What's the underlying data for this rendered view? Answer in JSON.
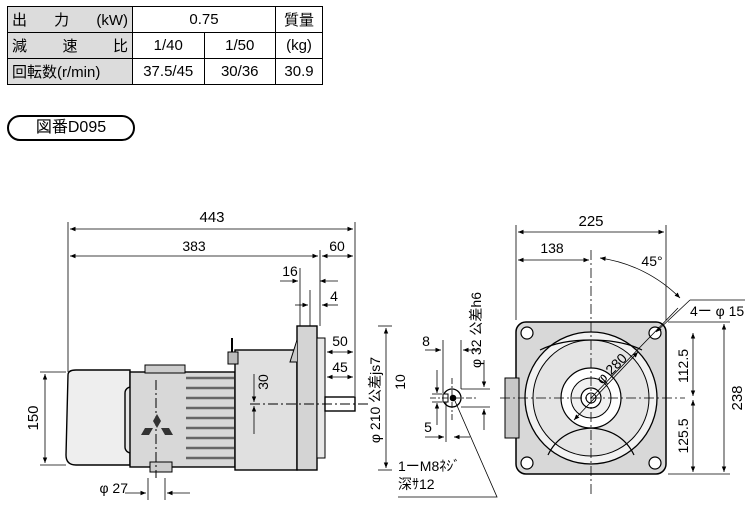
{
  "spec_table": {
    "output_label": "出力(kW)",
    "output_value": "0.75",
    "mass_label": "質量",
    "ratio_label": "減速比",
    "ratio_1": "1/40",
    "ratio_2": "1/50",
    "mass_unit": "(kg)",
    "speed_label": "回転数(r/min)",
    "speed_1": "37.5/45",
    "speed_2": "30/36",
    "mass_value": "30.9"
  },
  "drawing_no": "図番D095",
  "dims": {
    "overall_length": "443",
    "body_length": "383",
    "shaft_extension": "60",
    "d16": "16",
    "d4": "4",
    "d50": "50",
    "d45": "45",
    "d30": "30",
    "height_150": "150",
    "dia_27": "φ 27",
    "flange_dia": "φ 210 公差js7",
    "shaft_dia": "φ 32 公差h6",
    "key_8": "8",
    "key_10": "10",
    "key_5": "5",
    "tap": "1ーM8ﾈｼﾞ",
    "tap_depth": "深ｻ12",
    "width_225": "225",
    "width_138": "138",
    "angle_45": "45°",
    "holes": "4ー φ 15",
    "pcd": "φ 280",
    "h_112_5": "112.5",
    "h_125_5": "125.5",
    "h_238": "238"
  }
}
